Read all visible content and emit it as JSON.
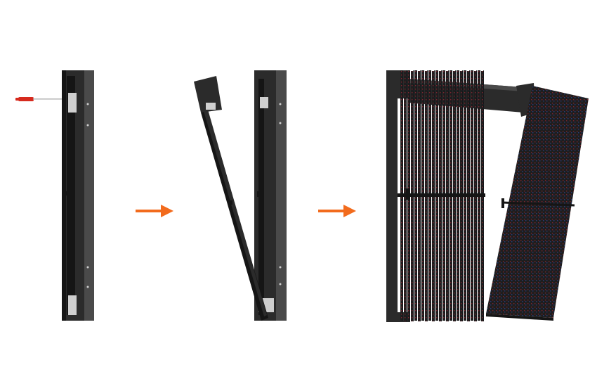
{
  "diagram": {
    "steps": [
      {
        "id": "step-1",
        "state": "panel-closed-with-screwdriver"
      },
      {
        "id": "step-2",
        "state": "module-strip-tilted-open"
      },
      {
        "id": "step-3",
        "state": "strips-installed-one-tilted"
      }
    ],
    "arrows": 2,
    "colors": {
      "background": "#ffffff",
      "frame": "#2b2b2b",
      "frame_dark": "#151515",
      "frame_edge": "#4a4a4a",
      "arrow": "#f26b1d",
      "screwdriver_handle": "#d62a1e",
      "screwdriver_shaft": "#b9b9b9",
      "led_red": "#7a2430",
      "led_blue": "#2a3a7a",
      "connector": "#cfcfcf"
    },
    "icons": [
      "screwdriver-icon",
      "arrow-right-icon"
    ]
  }
}
